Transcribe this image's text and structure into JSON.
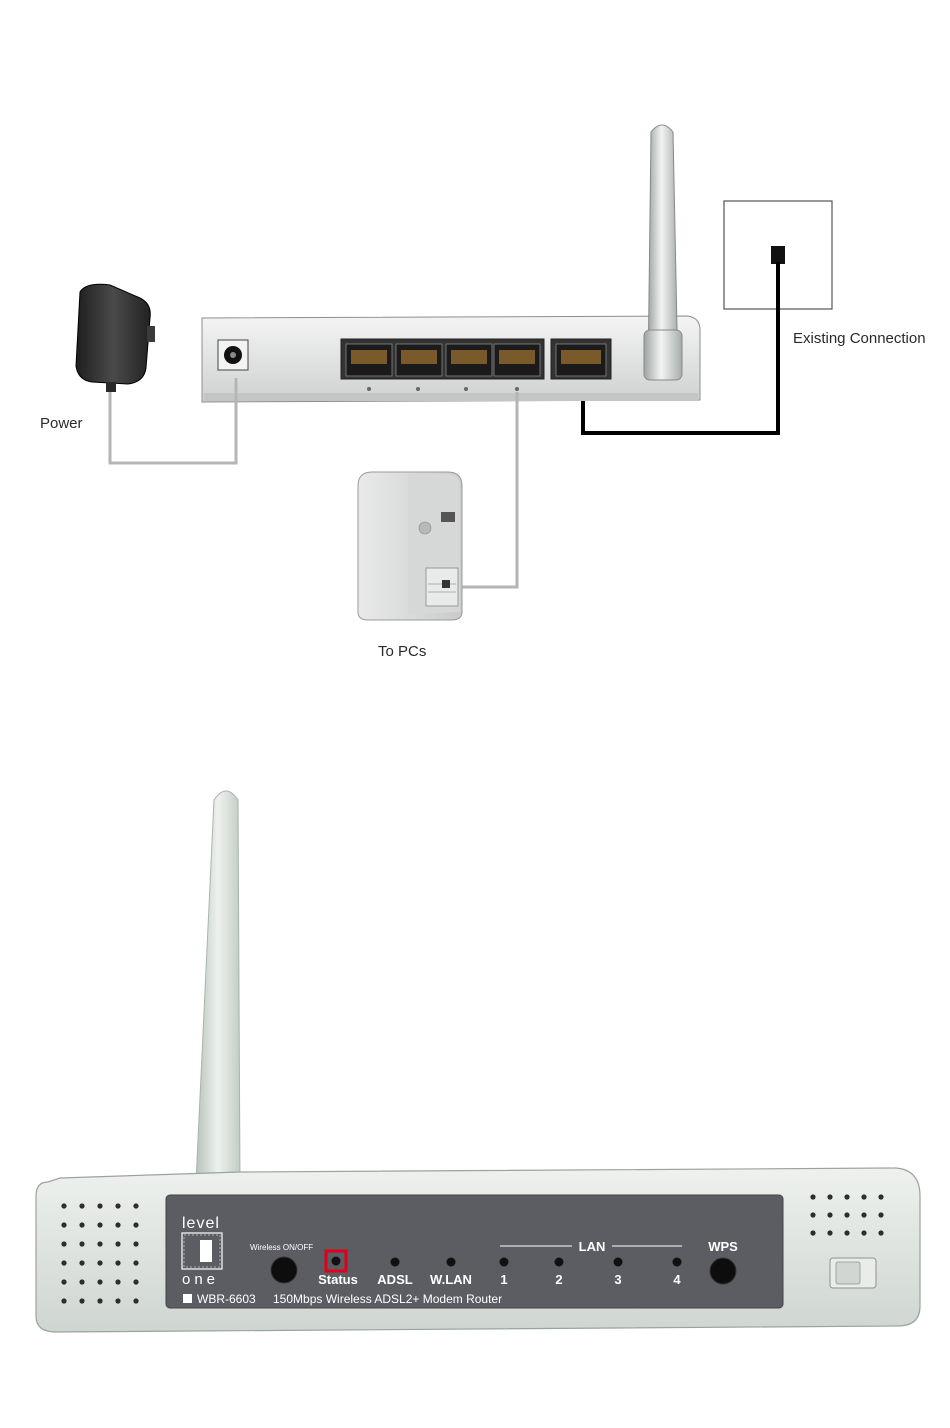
{
  "connection_diagram": {
    "labels": {
      "power": "Power",
      "existing_connection": "Existing Connection",
      "to_pcs": "To PCs"
    }
  },
  "front_panel": {
    "brand_top": "level",
    "brand_bottom": "one",
    "wireless_switch_label": "Wireless ON/OFF",
    "wps_label": "WPS",
    "lan_group_label": "LAN",
    "leds": {
      "status": "Status",
      "adsl": "ADSL",
      "wlan": "W.LAN",
      "lan1": "1",
      "lan2": "2",
      "lan3": "3",
      "lan4": "4"
    },
    "model": "WBR-6603",
    "description": "150Mbps Wireless ADSL2+ Modem Router",
    "highlight_color": "#e0001a"
  },
  "colors": {
    "cable_black": "#000000",
    "cable_gray": "#b8b8b8",
    "panel_gray": "#5c5e64",
    "router_body": "#dfe3e0"
  }
}
